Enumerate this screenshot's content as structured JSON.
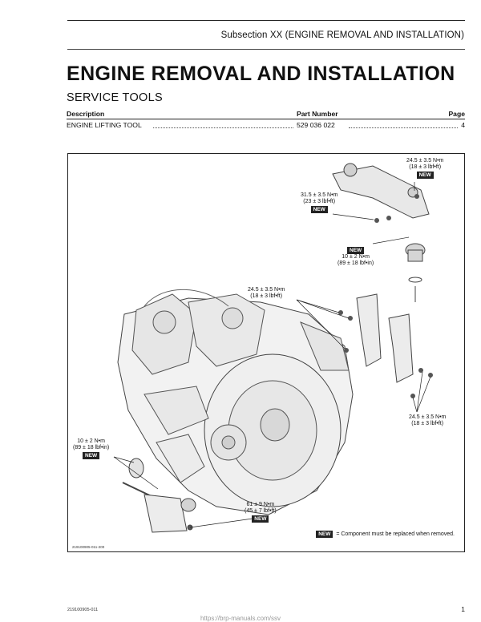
{
  "header": {
    "subsection": "Subsection XX (ENGINE REMOVAL AND INSTALLATION)"
  },
  "title": "ENGINE REMOVAL AND INSTALLATION",
  "section_title": "SERVICE TOOLS",
  "tools_table": {
    "columns": [
      "Description",
      "Part Number",
      "Page"
    ],
    "rows": [
      {
        "description": "ENGINE LIFTING TOOL",
        "part_number": "529 036 022",
        "page": "4"
      }
    ]
  },
  "figure": {
    "callouts": [
      {
        "torque": "24.5 ± 3.5 N•m",
        "imperial": "(18 ± 3 lbf•ft)",
        "badge": "NEW"
      },
      {
        "torque": "31.5 ± 3.5 N•m",
        "imperial": "(23 ± 3 lbf•ft)",
        "badge": "NEW"
      },
      {
        "badge": "NEW",
        "torque": "10 ± 2 N•m",
        "imperial": "(89 ± 18 lbf•in)"
      },
      {
        "torque": "24.5 ± 3.5 N•m",
        "imperial": "(18 ± 3 lbf•ft)"
      },
      {
        "torque": "24.5 ± 3.5 N•m",
        "imperial": "(18 ± 3 lbf•ft)"
      },
      {
        "torque": "10 ± 2 N•m",
        "imperial": "(89 ± 18 lbf•in)",
        "badge": "NEW"
      },
      {
        "torque": "61 ± 9 N•m",
        "imperial": "(45 ± 7 lbf•ft)",
        "badge": "NEW"
      }
    ],
    "legend": {
      "badge": "NEW",
      "text": "= Component must be replaced when removed."
    },
    "figure_id": "219100905-011-200"
  },
  "footer": {
    "doc_code": "219100905-011",
    "page_number": "1",
    "url": "https://brp-manuals.com/ssv"
  }
}
